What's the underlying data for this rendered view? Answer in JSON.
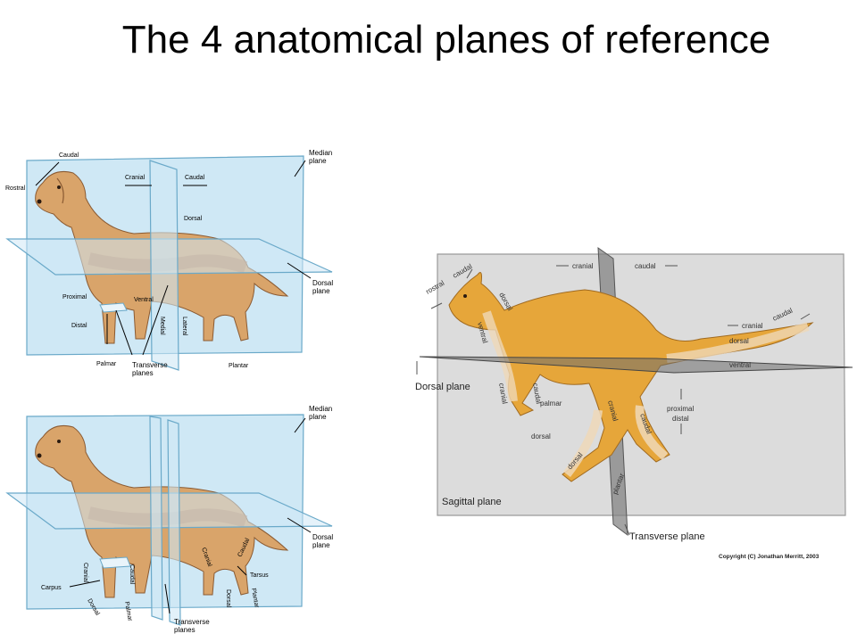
{
  "slide": {
    "title": "The 4 anatomical planes of reference"
  },
  "dog_top": {
    "labels": {
      "caudal_top": "Caudal",
      "rostral": "Rostral",
      "cranial": "Cranial",
      "caudal_mid": "Caudal",
      "median_plane": "Median\nplane",
      "dorsal": "Dorsal",
      "dorsal_plane": "Dorsal\nplane",
      "proximal": "Proximal",
      "ventral": "Ventral",
      "distal": "Distal",
      "medial": "Medial",
      "lateral": "Lateral",
      "palmar": "Palmar",
      "plantar": "Plantar",
      "transverse_planes": "Transverse\nplanes"
    }
  },
  "dog_bottom": {
    "labels": {
      "median_plane": "Median\nplane",
      "dorsal_plane": "Dorsal\nplane",
      "carpus": "Carpus",
      "cranial": "Cranial",
      "caudal_leg": "Caudal",
      "dorsal_foot": "Dorsal",
      "palmar": "Palmar",
      "cranial_hind": "Cranial",
      "caudal_hind": "Caudal",
      "tarsus": "Tarsus",
      "dorsal_hind": "Dorsal",
      "plantar": "Plantar",
      "transverse_planes": "Transverse\nplanes"
    }
  },
  "kangaroo": {
    "labels": {
      "cranial_top": "cranial",
      "caudal_top": "caudal",
      "rostral": "rostral",
      "caudal_head": "caudal",
      "dorsal_neck": "dorsal",
      "ventral_neck": "ventral",
      "cranial_tail": "cranial",
      "caudal_tail": "caudal",
      "dorsal_tail": "dorsal",
      "ventral_tail": "ventral",
      "dorsal_plane": "Dorsal plane",
      "cranial_arm": "cranial",
      "caudal_arm": "caudal",
      "palmar": "palmar",
      "dorsal_hand": "dorsal",
      "cranial_leg": "cranial",
      "caudal_leg": "caudal",
      "proximal": "proximal",
      "distal": "distal",
      "dorsal_foot": "dorsal",
      "plantar": "plantar",
      "sagittal_plane": "Sagittal plane",
      "transverse_plane": "Transverse plane"
    },
    "copyright": "Copyright (C) Jonathan Merritt, 2003"
  },
  "colors": {
    "plane_blue": "#cfe8f5",
    "plane_edge": "#6aa9c9",
    "dog_body": "#d9a46a",
    "dog_shade": "#b7794a",
    "kangaroo_body": "#e6a63a",
    "kangaroo_light": "#efd8b8",
    "plane_grey": "#dcdcdc",
    "plane_dark": "#7d7d7d"
  }
}
